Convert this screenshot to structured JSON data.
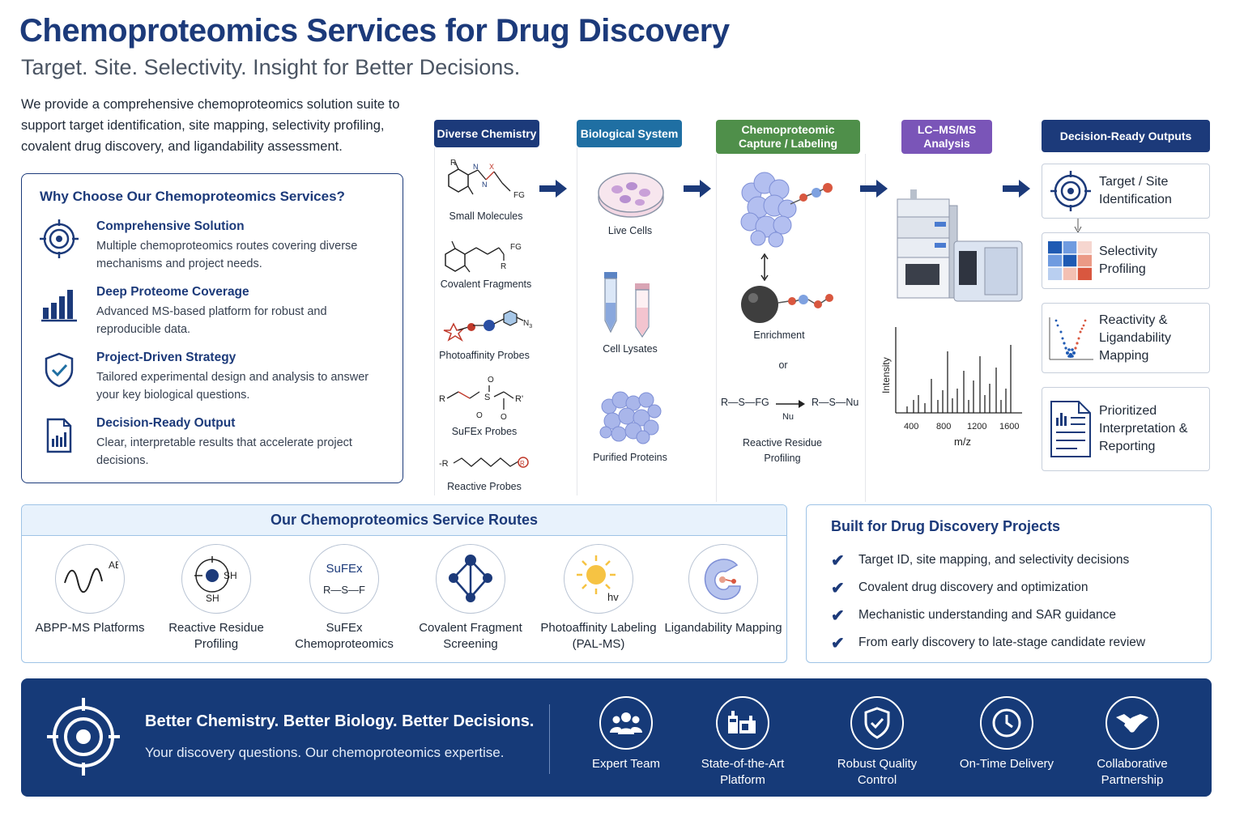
{
  "header": {
    "title": "Chemoproteomics Services for Drug Discovery",
    "subtitle": "Target. Site. Selectivity. Insight for Better Decisions.",
    "intro": "We provide a comprehensive chemoproteomics solution suite to support target identification, site mapping, selectivity profiling, covalent drug discovery, and ligandability assessment."
  },
  "why": {
    "heading": "Why Choose Our Chemoproteomics Services?",
    "items": [
      {
        "title": "Comprehensive Solution",
        "desc": "Multiple chemoproteomics routes covering diverse mechanisms and project needs.",
        "icon": "target-icon"
      },
      {
        "title": "Deep Proteome Coverage",
        "desc": "Advanced MS-based platform for robust and reproducible data.",
        "icon": "bar-chart-icon"
      },
      {
        "title": "Project-Driven Strategy",
        "desc": "Tailored experimental design and analysis to answer your key biological questions.",
        "icon": "shield-check-icon"
      },
      {
        "title": "Decision-Ready Output",
        "desc": "Clear, interpretable results that accelerate project decisions.",
        "icon": "report-icon"
      }
    ]
  },
  "workflow": {
    "stages": [
      {
        "label": "Diverse Chemistry",
        "color": "#1c3a7a"
      },
      {
        "label": "Biological System",
        "color": "#1f6fa3"
      },
      {
        "label": "Chemoproteomic Capture / Labeling",
        "color": "#4f8f4a"
      },
      {
        "label": "LC–MS/MS Analysis",
        "color": "#7a55b8"
      },
      {
        "label": "Decision-Ready Outputs",
        "color": "#1c3a7a"
      }
    ],
    "chemistry": [
      "Small Molecules",
      "Covalent Fragments",
      "Photoaffinity Probes",
      "SuFEx Probes",
      "Reactive Probes"
    ],
    "chem_marks": {
      "r": "R",
      "r_prime": "R'",
      "x": "X",
      "fg": "FG",
      "n": "N",
      "n3": "N",
      "n3_sub": "3",
      "o": "O",
      "s": "S",
      "r_circle": "R",
      "r_dash": "-R"
    },
    "biology": [
      "Live Cells",
      "Cell Lysates",
      "Purified Proteins"
    ],
    "capture": {
      "enrichment": "Enrichment",
      "or": "or",
      "reaction_left": "R—S—FG",
      "reaction_nu": "Nu",
      "reaction_right": "R—S—Nu",
      "reactive": "Reactive Residue Profiling"
    },
    "ms": {
      "ylabel": "Intensity",
      "xlabel": "m/z",
      "ticks": [
        "400",
        "800",
        "1200",
        "1600"
      ]
    },
    "outputs": [
      "Target / Site Identification",
      "Selectivity Profiling",
      "Reactivity & Ligandability Mapping",
      "Prioritized Interpretation & Reporting"
    ]
  },
  "routes": {
    "heading": "Our Chemoproteomics Service Routes",
    "items": [
      {
        "label": "ABPP-MS Platforms",
        "icon": "abpp-icon"
      },
      {
        "label": "Reactive Residue Profiling",
        "icon": "sh-residue-icon"
      },
      {
        "label": "SuFEx Chemoproteomics",
        "icon": "sufex-icon"
      },
      {
        "label": "Covalent Fragment Screening",
        "icon": "fragment-network-icon"
      },
      {
        "label": "Photoaffinity Labeling (PAL-MS)",
        "icon": "sun-icon"
      },
      {
        "label": "Ligandability Mapping",
        "icon": "protein-pocket-icon"
      }
    ],
    "icon_text": {
      "abpp": "ABP",
      "sh": "SH",
      "sufex": "SuFEx",
      "rsf": "R—S—F",
      "hv": "hv"
    }
  },
  "built": {
    "heading": "Built for Drug Discovery Projects",
    "items": [
      "Target ID, site mapping, and selectivity decisions",
      "Covalent drug discovery and optimization",
      "Mechanistic understanding and SAR guidance",
      "From early discovery to late-stage candidate review"
    ]
  },
  "footer": {
    "title": "Better Chemistry. Better Biology. Better Decisions.",
    "subtitle": "Your discovery questions. Our chemoproteomics expertise.",
    "features": [
      {
        "label": "Expert Team",
        "icon": "team-icon"
      },
      {
        "label": "State-of-the-Art Platform",
        "icon": "instrument-icon"
      },
      {
        "label": "Robust Quality Control",
        "icon": "shield-check-icon"
      },
      {
        "label": "On-Time Delivery",
        "icon": "clock-icon"
      },
      {
        "label": "Collaborative Partnership",
        "icon": "handshake-icon"
      }
    ]
  },
  "colors": {
    "brand": "#1c3a7a",
    "accent": "#1f6fa3",
    "footer": "#163a78"
  }
}
